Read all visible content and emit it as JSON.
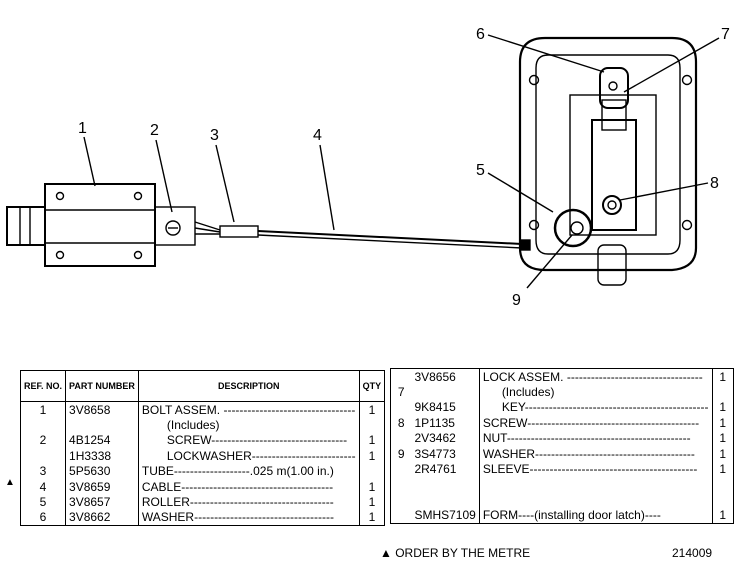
{
  "callouts": [
    "1",
    "2",
    "3",
    "4",
    "5",
    "6",
    "7",
    "8",
    "9"
  ],
  "left_table": {
    "headers": {
      "ref": "REF. NO.",
      "part": "PART NUMBER",
      "desc": "DESCRIPTION",
      "qty": "QTY"
    },
    "rows": [
      {
        "ref": "1",
        "part": "3V8658",
        "desc": "BOLT ASSEM. ---------------------------------",
        "qty": "1",
        "mark": ""
      },
      {
        "ref": "",
        "part": "",
        "desc": "(Includes)",
        "qty": "",
        "mark": ""
      },
      {
        "ref": "2",
        "part": "4B1254",
        "desc": "SCREW----------------------------------",
        "qty": "1",
        "mark": ""
      },
      {
        "ref": "",
        "part": "1H3338",
        "desc": "LOCKWASHER--------------------------",
        "qty": "1",
        "mark": ""
      },
      {
        "ref": "3",
        "part": "5P5630",
        "desc": "TUBE-------------------.025 m(1.00 in.)",
        "qty": "",
        "mark": "▲"
      },
      {
        "ref": "4",
        "part": "3V8659",
        "desc": "CABLE--------------------------------------",
        "qty": "1",
        "mark": ""
      },
      {
        "ref": "5",
        "part": "3V8657",
        "desc": "ROLLER------------------------------------",
        "qty": "1",
        "mark": ""
      },
      {
        "ref": "6",
        "part": "3V8662",
        "desc": "WASHER-----------------------------------",
        "qty": "1",
        "mark": ""
      }
    ]
  },
  "right_table": {
    "rows": [
      {
        "ref": "",
        "part": "3V8656",
        "desc": "LOCK ASSEM. ----------------------------------",
        "qty": "1"
      },
      {
        "ref": "7",
        "part": "",
        "desc": "(Includes)",
        "qty": ""
      },
      {
        "ref": "",
        "part": "9K8415",
        "desc": "KEY----------------------------------------------",
        "qty": "1"
      },
      {
        "ref": "8",
        "part": "1P1135",
        "desc": "SCREW-------------------------------------------",
        "qty": "1"
      },
      {
        "ref": "",
        "part": "2V3462",
        "desc": "NUT----------------------------------------------",
        "qty": "1"
      },
      {
        "ref": "9",
        "part": "3S4773",
        "desc": "WASHER----------------------------------------",
        "qty": "1"
      },
      {
        "ref": "",
        "part": "2R4761",
        "desc": "SLEEVE------------------------------------------",
        "qty": "1"
      },
      {
        "ref": "",
        "part": "",
        "desc": "",
        "qty": ""
      },
      {
        "ref": "",
        "part": "",
        "desc": "",
        "qty": ""
      },
      {
        "ref": "",
        "part": "SMHS7109",
        "desc": "FORM----(installing door latch)----",
        "qty": "1"
      }
    ]
  },
  "footnote": "▲ ORDER BY THE METRE",
  "figure_number": "214009"
}
